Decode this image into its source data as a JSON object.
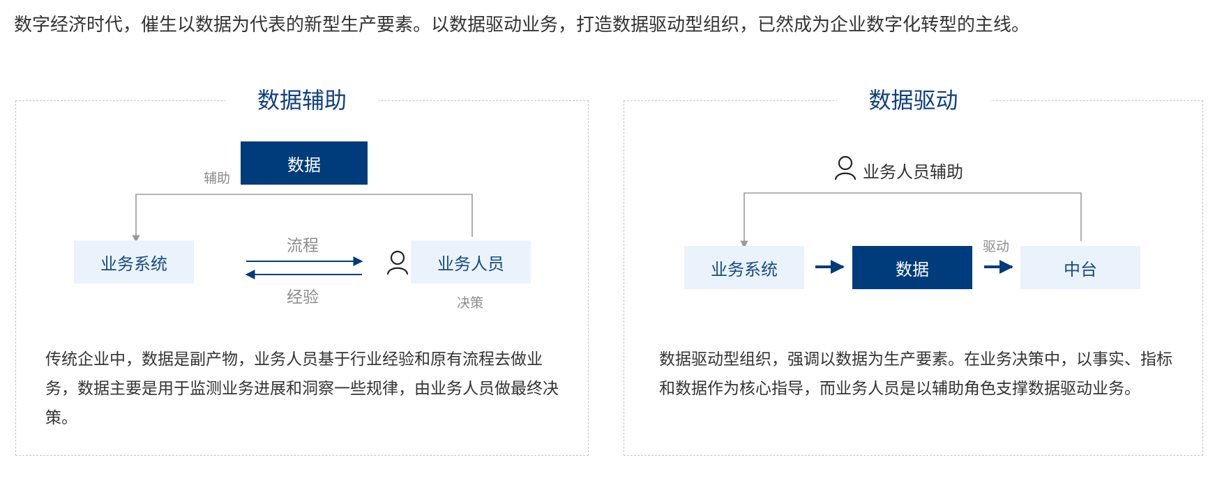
{
  "intro_text": "数字经济时代，催生以数据为代表的新型生产要素。以数据驱动业务，打造数据驱动型组织，已然成为企业数字化转型的主线。",
  "left_panel": {
    "title": "数据辅助",
    "data_box": "数据",
    "assist_label": "辅助",
    "system_box": "业务系统",
    "process_label": "流程",
    "experience_label": "经验",
    "staff_box": "业务人员",
    "decision_label": "决策",
    "person_icon": "person-icon",
    "description": "传统企业中，数据是副产物，业务人员基于行业经验和原有流程去做业务，数据主要是用于监测业务进展和洞察一些规律，由业务人员做最终决策。"
  },
  "right_panel": {
    "title": "数据驱动",
    "staff_assist_label": "业务人员辅助",
    "person_icon": "person-icon",
    "system_box": "业务系统",
    "data_box": "数据",
    "drive_label": "驱动",
    "middle_box": "中台",
    "description": "数据驱动型组织，强调以数据为生产要素。在业务决策中，以事实、指标和数据作为核心指导，而业务人员是以辅助角色支撑数据驱动业务。"
  },
  "colors": {
    "dark_blue": "#003b7c",
    "light_blue_bg": "#eaf3fb",
    "title_blue": "#0f3f80",
    "gray": "#8c8c8c",
    "dash_border": "#c4c4c4"
  }
}
